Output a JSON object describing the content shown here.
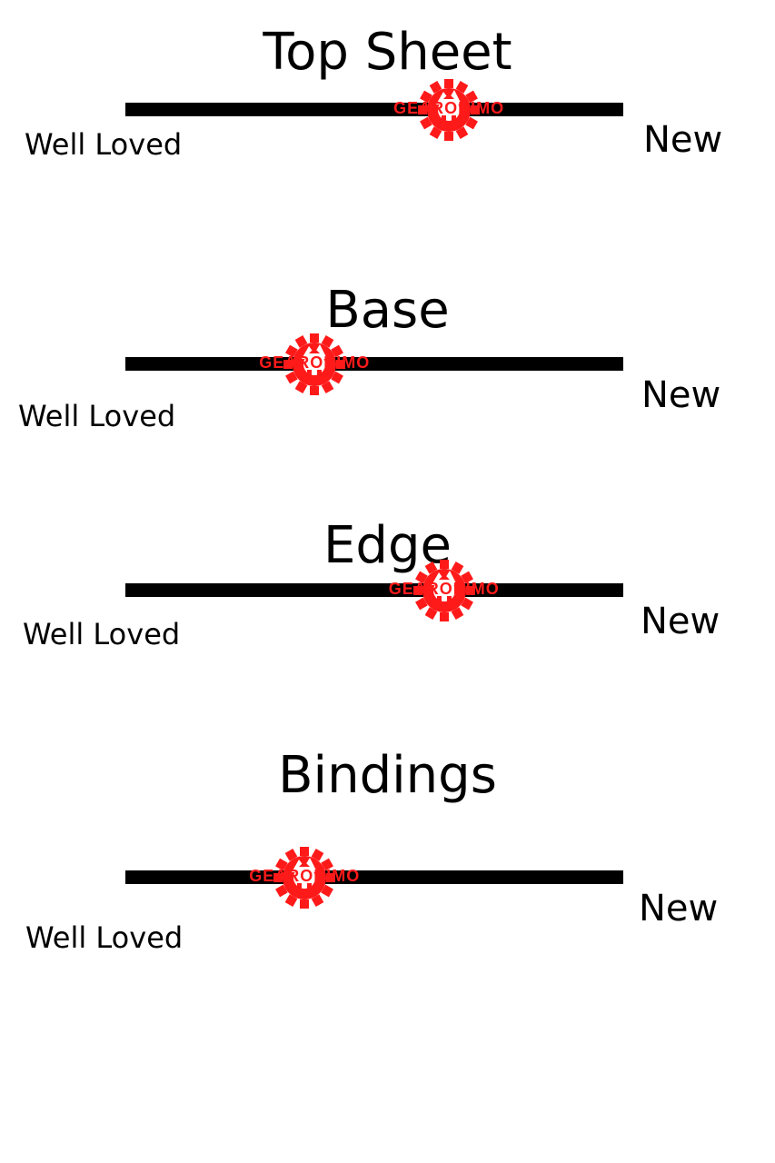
{
  "brand": {
    "name": "GEARONIMO",
    "color": "#ff1a1a",
    "icon": "gear-mountain-logo-icon"
  },
  "scale_labels": {
    "low": "Well Loved",
    "high": "New"
  },
  "ratings": [
    {
      "category": "Top Sheet",
      "level": 0.65
    },
    {
      "category": "Base",
      "level": 0.38
    },
    {
      "category": "Edge",
      "level": 0.64
    },
    {
      "category": "Bindings",
      "level": 0.36
    }
  ]
}
